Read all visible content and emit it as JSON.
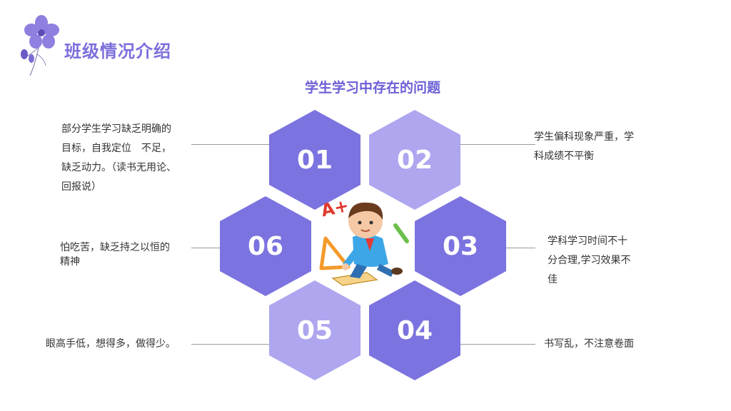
{
  "header": {
    "title": "班级情况介绍"
  },
  "section": {
    "subtitle": "学生学习中存在的问题"
  },
  "colors": {
    "accent": "#7b6fdc",
    "hex_dark": "#7b73df",
    "hex_light": "#aea6ef"
  },
  "hexes": [
    {
      "label": "01",
      "tone": "dark"
    },
    {
      "label": "02",
      "tone": "light"
    },
    {
      "label": "03",
      "tone": "dark"
    },
    {
      "label": "04",
      "tone": "dark"
    },
    {
      "label": "05",
      "tone": "light"
    },
    {
      "label": "06",
      "tone": "dark"
    }
  ],
  "notes": [
    {
      "lines": [
        "部分学生学习缺乏明确的",
        "目标，自我定位　不足，",
        "缺乏动力。（读书无用论、",
        "回报说）"
      ]
    },
    {
      "lines": [
        "学生偏科现象严重，学",
        "科成绩不平衡"
      ]
    },
    {
      "lines": [
        "学科学习时间不十",
        "分合理,学习效果不",
        "佳"
      ]
    },
    {
      "lines": [
        "书写乱，不注意卷面"
      ]
    },
    {
      "lines": [
        "眼高手低，想得多，做得少。"
      ]
    },
    {
      "lines": [
        "怕吃苦，缺乏持之以恒的",
        "精神"
      ]
    }
  ],
  "illustration": {
    "grade_mark": "A+",
    "icon": "student-writing-icon"
  }
}
